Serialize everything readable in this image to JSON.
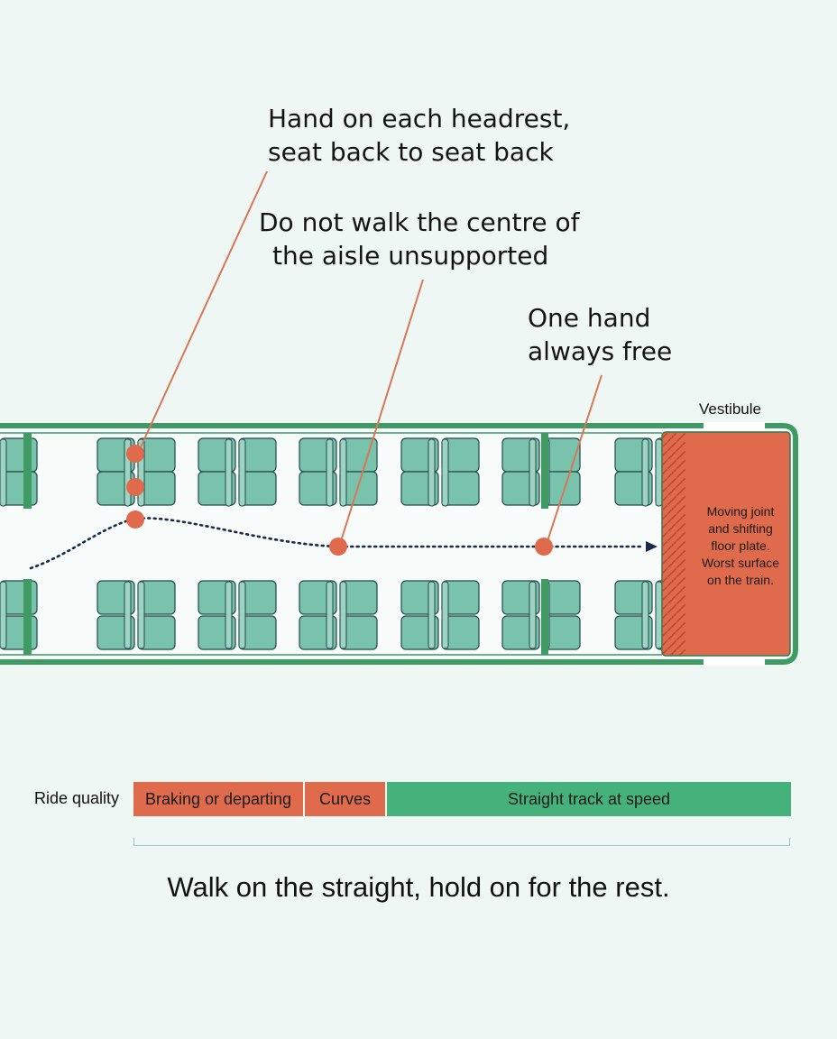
{
  "callouts": [
    {
      "lines": [
        "Hand on each headrest,",
        "seat back to seat back"
      ]
    },
    {
      "lines": [
        "Do not walk the centre of",
        "the aisle unsupported"
      ]
    },
    {
      "lines": [
        "One hand",
        "always free"
      ]
    }
  ],
  "carriage": {
    "vestibule_label": "Vestibule",
    "joint_note_lines": [
      "Moving joint",
      "and shifting",
      "floor plate.",
      "Worst surface",
      "on the train."
    ]
  },
  "ride_quality": {
    "label": "Ride quality",
    "segments": [
      {
        "label": "Braking or departing",
        "kind": "hold"
      },
      {
        "label": "Curves",
        "kind": "hold"
      },
      {
        "label": "Straight track at speed",
        "kind": "walk"
      }
    ]
  },
  "tagline": "Walk on the straight, hold on for the rest.",
  "colors": {
    "background": "#eef7f3",
    "carriage_outline": "#3f9a63",
    "seat_fill": "#79c3ad",
    "seat_outline": "#244a4a",
    "hazard": "#e06a4c",
    "walk": "#46b27b",
    "path": "#1b2a4a"
  }
}
